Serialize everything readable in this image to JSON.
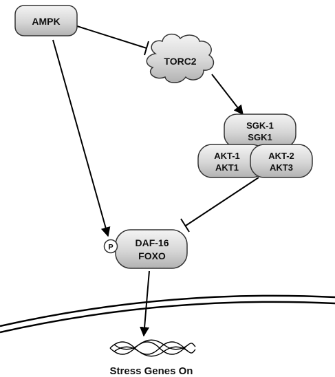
{
  "nodes": {
    "ampk": {
      "label": "AMPK"
    },
    "torc2": {
      "label": "TORC2"
    },
    "sgk": {
      "line1": "SGK-1",
      "line2": "SGK1"
    },
    "akt1": {
      "line1": "AKT-1",
      "line2": "AKT1"
    },
    "akt2": {
      "line1": "AKT-2",
      "line2": "AKT3"
    },
    "daf16": {
      "line1": "DAF-16",
      "line2": "FOXO",
      "phospho": "P"
    }
  },
  "caption": "Stress Genes On",
  "colors": {
    "node_light": "#f2f2f2",
    "node_dark": "#b8b8b8",
    "stroke": "#333333",
    "edge": "#000000"
  },
  "edges": [
    {
      "from": "AMPK",
      "to": "TORC2",
      "type": "inhibition"
    },
    {
      "from": "TORC2",
      "to": "SGK-1/AKT",
      "type": "activation"
    },
    {
      "from": "AMPK",
      "to": "DAF-16",
      "type": "activation"
    },
    {
      "from": "SGK-1/AKT",
      "to": "DAF-16",
      "type": "inhibition"
    },
    {
      "from": "DAF-16",
      "to": "DNA",
      "type": "activation"
    }
  ]
}
